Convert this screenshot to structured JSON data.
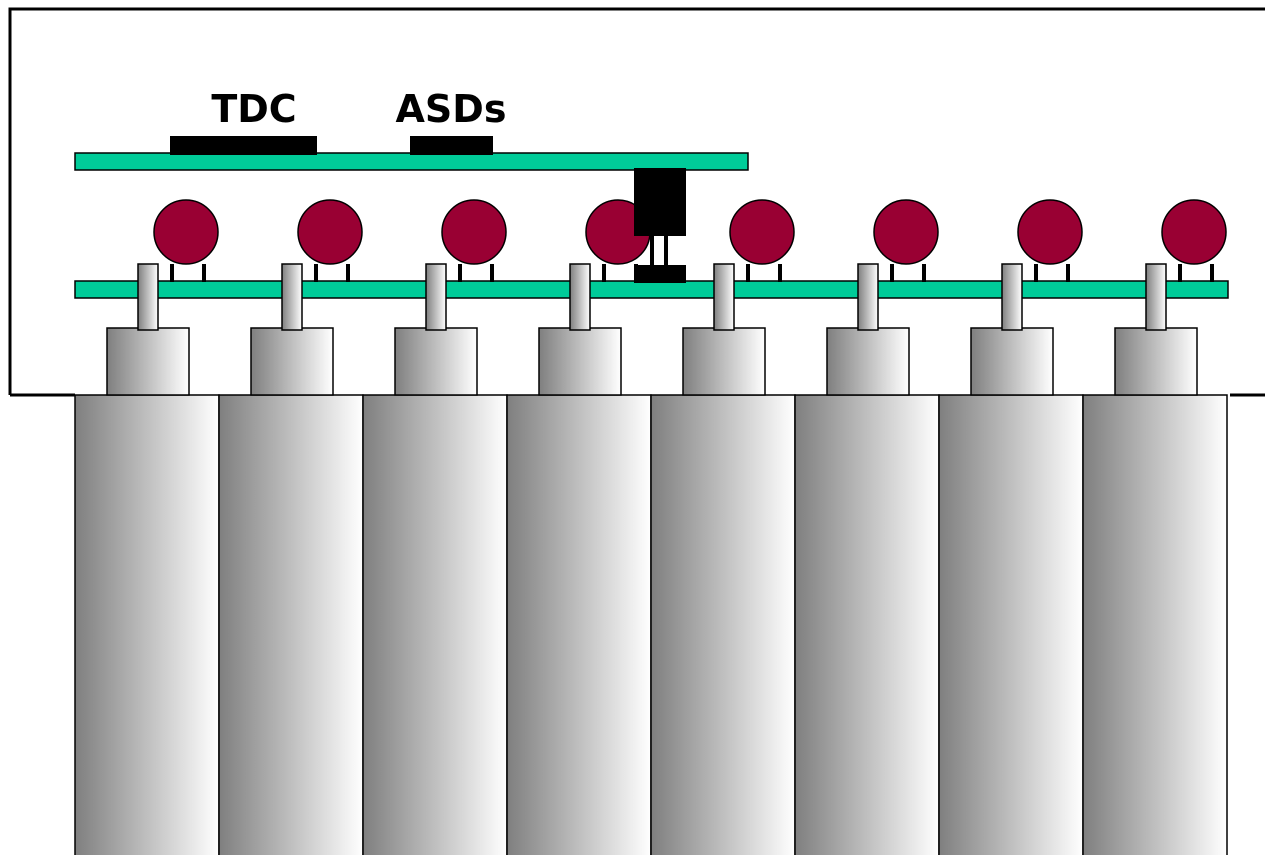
{
  "labels": {
    "tdc": "TDC",
    "asds": "ASDs"
  },
  "tubes": [
    {
      "id": 1
    },
    {
      "id": 2
    },
    {
      "id": 3
    },
    {
      "id": 4
    },
    {
      "id": 5
    },
    {
      "id": 6
    },
    {
      "id": 7
    },
    {
      "id": 8
    }
  ],
  "colors": {
    "board": "#00cc99",
    "chip": "#000000",
    "disc": "#990033",
    "tube_dark": "#7f7f7f",
    "tube_light": "#ffffff",
    "frame": "#000000"
  }
}
